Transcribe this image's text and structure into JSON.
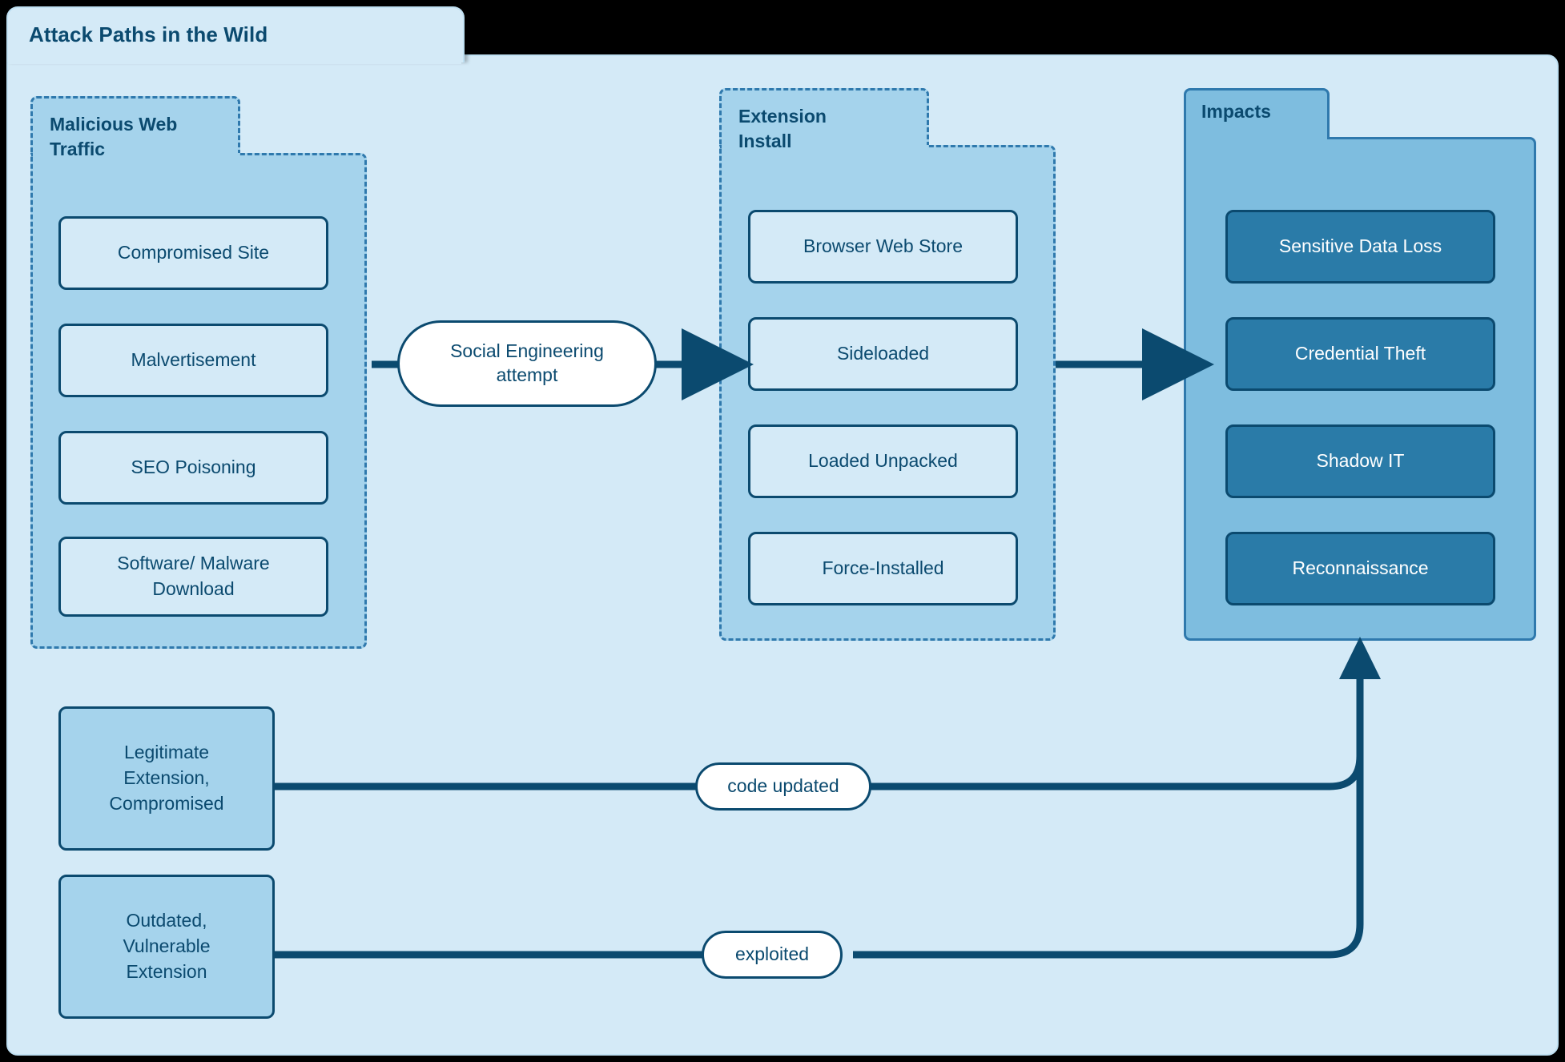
{
  "canvas": {
    "title": "Attack Paths in the Wild",
    "background": "#d4eaf7",
    "accent": "#0b4a6f"
  },
  "groups": [
    {
      "id": "malicious-web-traffic",
      "title": "Malicious Web\nTraffic",
      "title_line1": "Malicious Web",
      "title_line2": "Traffic",
      "style": "dashed",
      "fill": "#a5d3ec",
      "stroke": "#2f79ad",
      "nodes": [
        {
          "label": "Compromised Site"
        },
        {
          "label": "Malvertisement"
        },
        {
          "label": "SEO Poisoning"
        },
        {
          "label": "Software/ Malware Download",
          "line1": "Software/ Malware",
          "line2": "Download"
        }
      ]
    },
    {
      "id": "extension-install",
      "title": "Extension\nInstall",
      "title_line1": "Extension",
      "title_line2": "Install",
      "style": "dashed",
      "fill": "#a5d3ec",
      "stroke": "#2f79ad",
      "nodes": [
        {
          "label": "Browser Web Store"
        },
        {
          "label": "Sideloaded"
        },
        {
          "label": "Loaded Unpacked"
        },
        {
          "label": "Force-Installed"
        }
      ]
    },
    {
      "id": "impacts",
      "title": "Impacts",
      "title_line1": "Impacts",
      "title_line2": "",
      "style": "solid",
      "fill": "#7ebddf",
      "stroke": "#2f79ad",
      "nodes": [
        {
          "label": "Sensitive Data Loss"
        },
        {
          "label": "Credential Theft"
        },
        {
          "label": "Shadow IT"
        },
        {
          "label": "Reconnaissance"
        }
      ]
    }
  ],
  "standalone_nodes": [
    {
      "id": "legitimate-extension-compromised",
      "label": "Legitimate Extension, Compromised",
      "line1": "Legitimate",
      "line2": "Extension,",
      "line3": "Compromised"
    },
    {
      "id": "outdated-vulnerable-extension",
      "label": "Outdated, Vulnerable Extension",
      "line1": "Outdated,",
      "line2": "Vulnerable",
      "line3": "Extension"
    }
  ],
  "edge_labels": [
    {
      "id": "social-engineering-attempt",
      "label": "Social Engineering attempt",
      "line1": "Social Engineering",
      "line2": "attempt"
    },
    {
      "id": "code-updated",
      "label": "code updated"
    },
    {
      "id": "exploited",
      "label": "exploited"
    }
  ],
  "edges": [
    {
      "from": "malicious-web-traffic",
      "to": "extension-install",
      "label": "Social Engineering attempt"
    },
    {
      "from": "extension-install",
      "to": "impacts",
      "label": ""
    },
    {
      "from": "legitimate-extension-compromised",
      "to": "impacts",
      "label": "code updated"
    },
    {
      "from": "outdated-vulnerable-extension",
      "to": "impacts",
      "label": "exploited"
    }
  ]
}
